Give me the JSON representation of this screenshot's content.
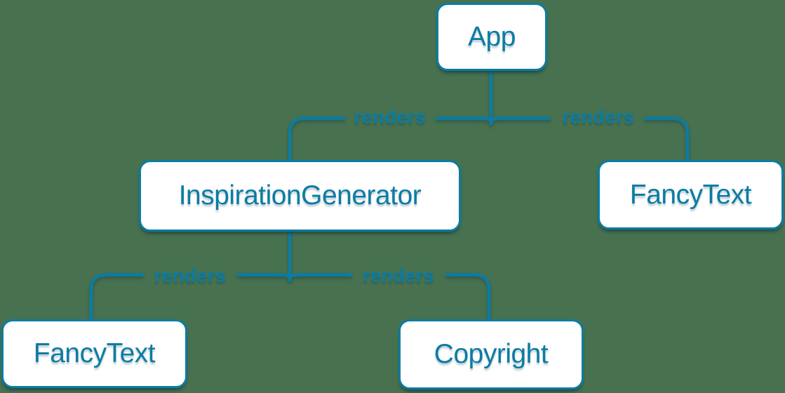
{
  "diagram": {
    "type": "component-render-tree",
    "background_color": "#47714F",
    "accent_color": "#0B7CA3",
    "node_background_color": "#FFFFFF",
    "nodes": {
      "app": {
        "label": "App"
      },
      "inspiration_generator": {
        "label": "InspirationGenerator"
      },
      "fancy_text_top": {
        "label": "FancyText"
      },
      "fancy_text_bottom": {
        "label": "FancyText"
      },
      "copyright": {
        "label": "Copyright"
      }
    },
    "edges": [
      {
        "from": "App",
        "to": "InspirationGenerator",
        "label": "renders"
      },
      {
        "from": "App",
        "to": "FancyText",
        "label": "renders"
      },
      {
        "from": "InspirationGenerator",
        "to": "FancyText",
        "label": "renders"
      },
      {
        "from": "InspirationGenerator",
        "to": "Copyright",
        "label": "renders"
      }
    ]
  }
}
